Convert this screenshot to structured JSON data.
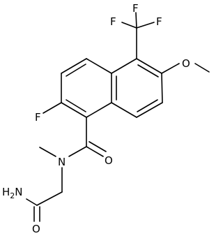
{
  "molecule": {
    "atom_labels": {
      "f1": "F",
      "f2": "F",
      "f3": "F",
      "f_ring": "F",
      "o_methoxy": "O",
      "o_carbonyl": "O",
      "n_amide": "N",
      "nh2": "H2N",
      "o_amide": "O"
    }
  }
}
